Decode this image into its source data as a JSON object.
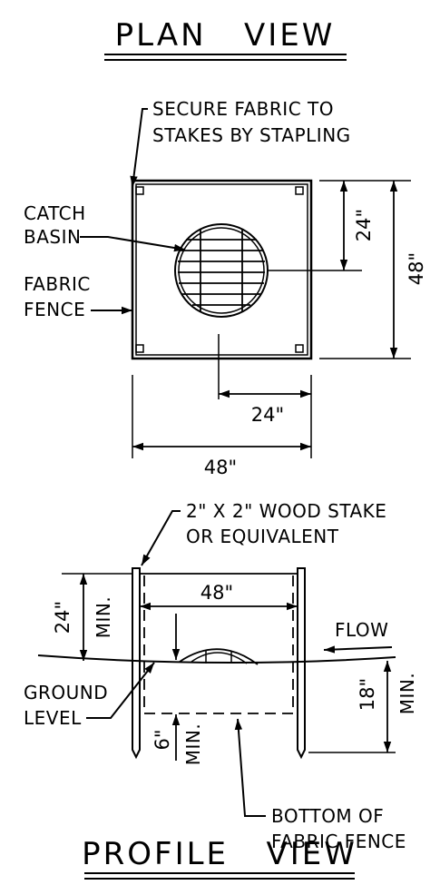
{
  "plan_view": {
    "title": "PLAN   VIEW",
    "note_stapling_line1": "SECURE FABRIC TO",
    "note_stapling_line2": "STAKES BY STAPLING",
    "catch_basin_line1": "CATCH",
    "catch_basin_line2": "BASIN",
    "fabric_fence_line1": "FABRIC",
    "fabric_fence_line2": "FENCE",
    "dim_offset_vertical": "24\"",
    "dim_overall_vertical": "48\"",
    "dim_offset_horizontal": "24\"",
    "dim_overall_horizontal": "48\""
  },
  "profile_view": {
    "title": "PROFILE   VIEW",
    "stake_note_line1": "2\" X 2\" WOOD STAKE",
    "stake_note_line2": "OR EQUIVALENT",
    "dim_width": "48\"",
    "dim_height_value": "24\"",
    "dim_height_min": "MIN.",
    "flow_label": "FLOW",
    "ground_level_line1": "GROUND",
    "ground_level_line2": "LEVEL",
    "dim_embed_value": "18\"",
    "dim_embed_min": "MIN.",
    "dim_bury_value": "6\"",
    "dim_bury_min": "MIN.",
    "bottom_note_line1": "BOTTOM OF",
    "bottom_note_line2": "FABRIC FENCE"
  }
}
